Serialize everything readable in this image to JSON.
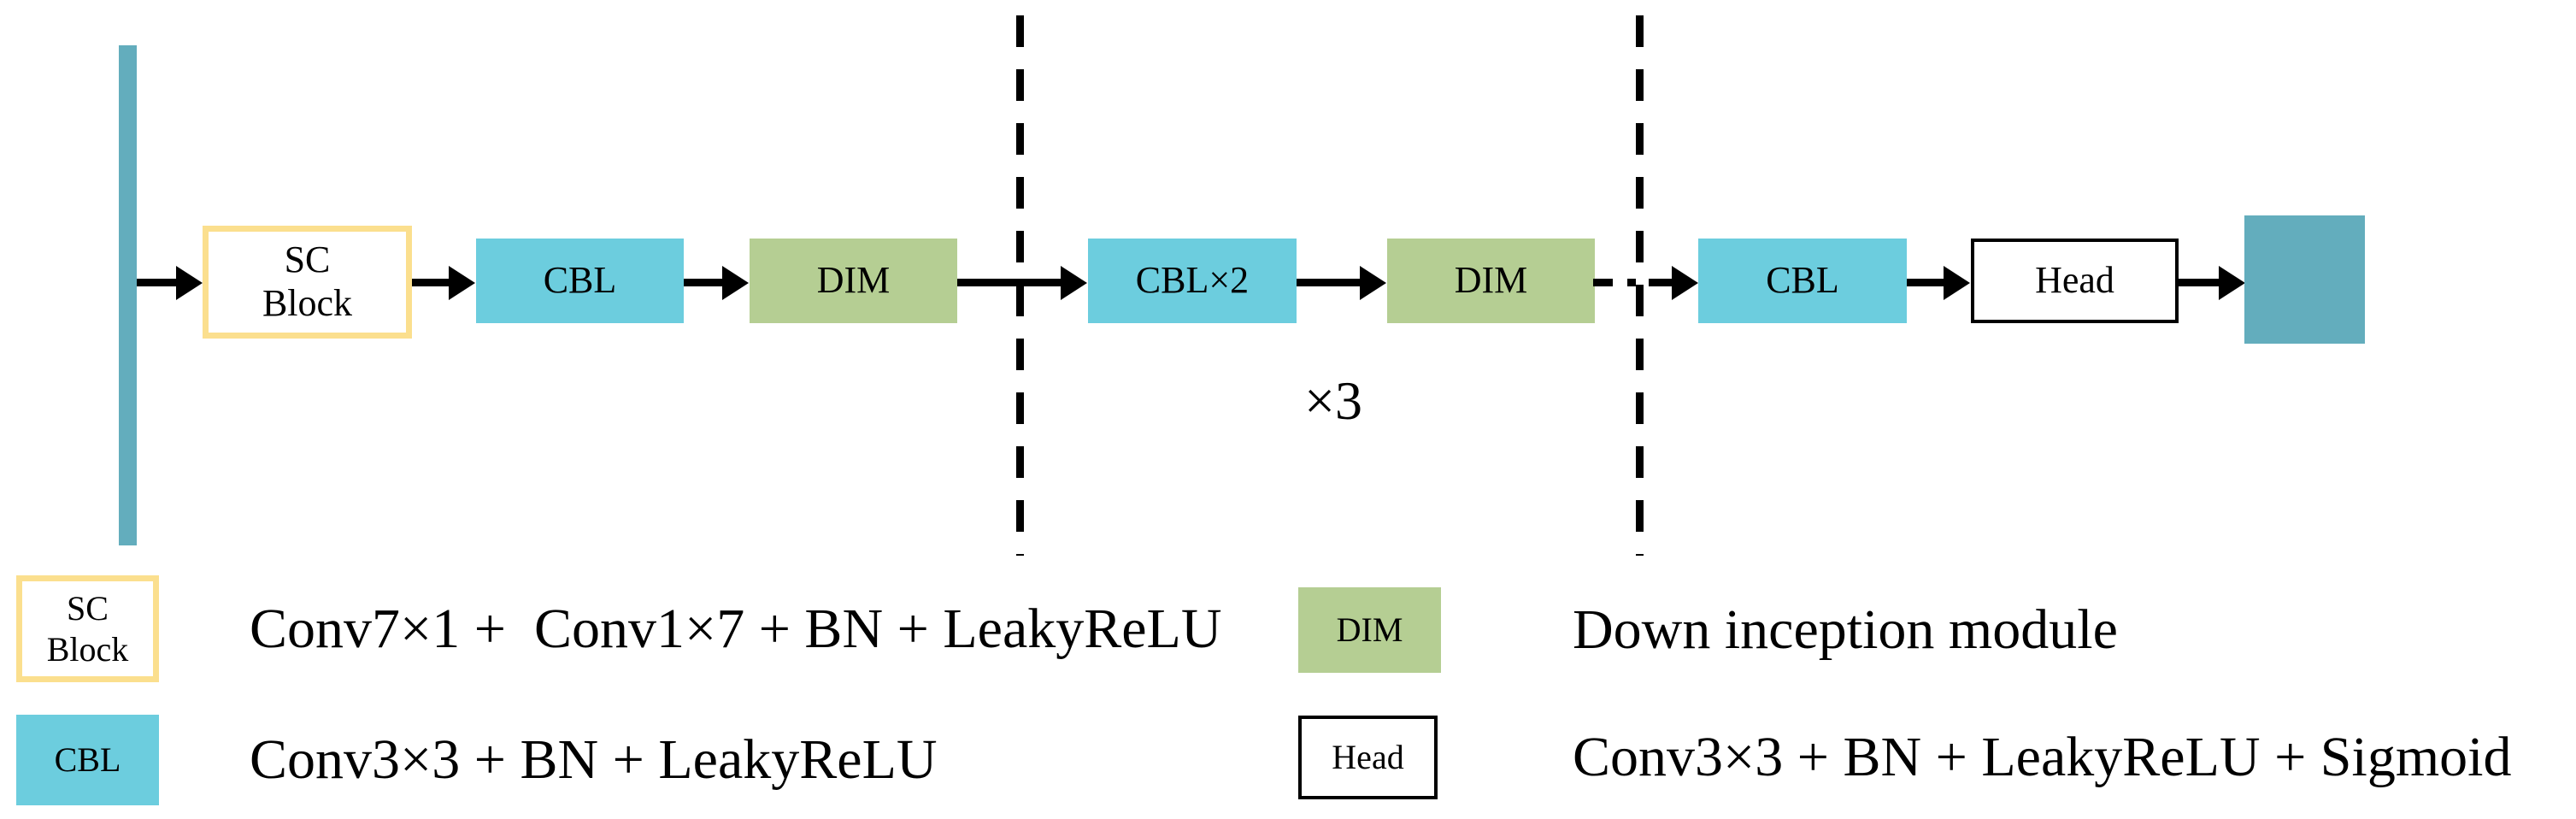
{
  "figure": {
    "flow": {
      "input_bar": "input-feature-map",
      "nodes": [
        {
          "lines": [
            "SC",
            "Block"
          ]
        },
        {
          "label": "CBL"
        },
        {
          "label": "DIM"
        },
        {
          "label": "CBL×2"
        },
        {
          "label": "DIM"
        },
        {
          "label": "CBL"
        },
        {
          "label": "Head"
        }
      ],
      "repeat_label": "×3",
      "output_box": "output-feature-map"
    },
    "legend": [
      {
        "key_lines": [
          "SC",
          "Block"
        ],
        "description": "Conv7×1 +  Conv1×7 + BN + LeakyReLU"
      },
      {
        "key": "CBL",
        "description": "Conv3×3 + BN + LeakyReLU"
      },
      {
        "key": "DIM",
        "description": "Down inception module"
      },
      {
        "key": "Head",
        "description": "Conv3×3 + BN + LeakyReLU + Sigmoid"
      }
    ]
  },
  "colors": {
    "cbl": "#6CCDDE",
    "dim": "#B5CE93",
    "teal": "#63ADBD",
    "yellow": "#FBDF8E"
  }
}
